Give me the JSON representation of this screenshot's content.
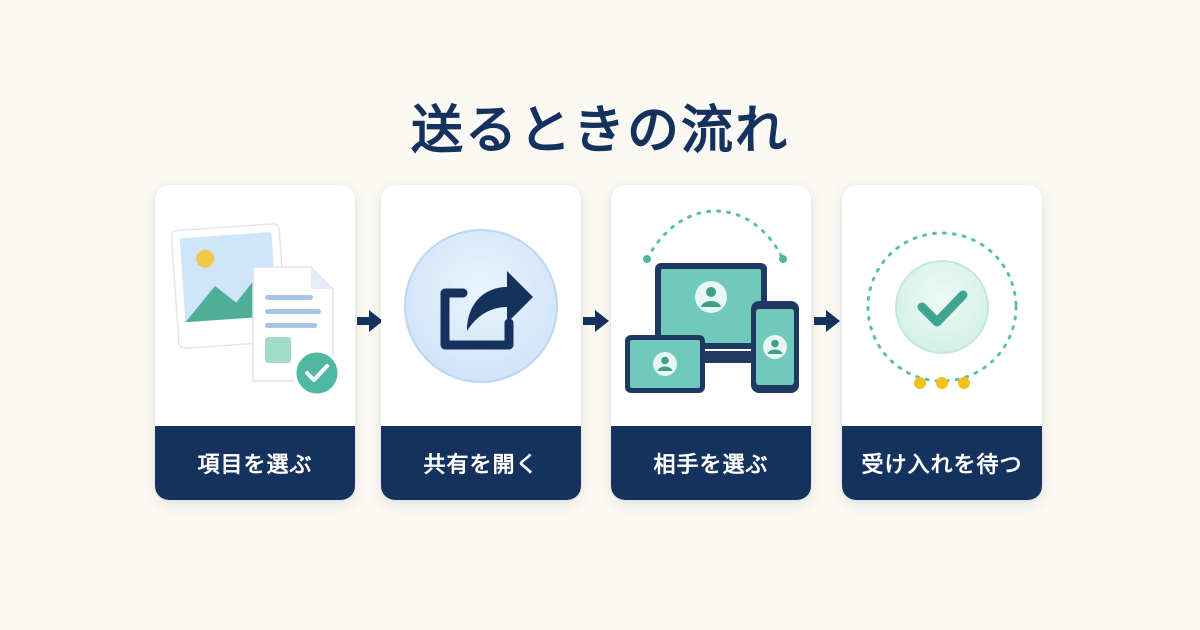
{
  "title": "送るときの流れ",
  "colors": {
    "navy": "#15325e",
    "teal": "#4fb8a3",
    "teal_light": "#7fd3c2",
    "blue_light": "#dcecfb",
    "accent_yellow": "#f2c21b",
    "background": "#fbf9f3"
  },
  "steps": [
    {
      "label": "項目を選ぶ",
      "icon": "photo-and-document-icon"
    },
    {
      "label": "共有を開く",
      "icon": "share-icon"
    },
    {
      "label": "相手を選ぶ",
      "icon": "devices-contacts-icon"
    },
    {
      "label": "受け入れを待つ",
      "icon": "check-waiting-icon"
    }
  ]
}
